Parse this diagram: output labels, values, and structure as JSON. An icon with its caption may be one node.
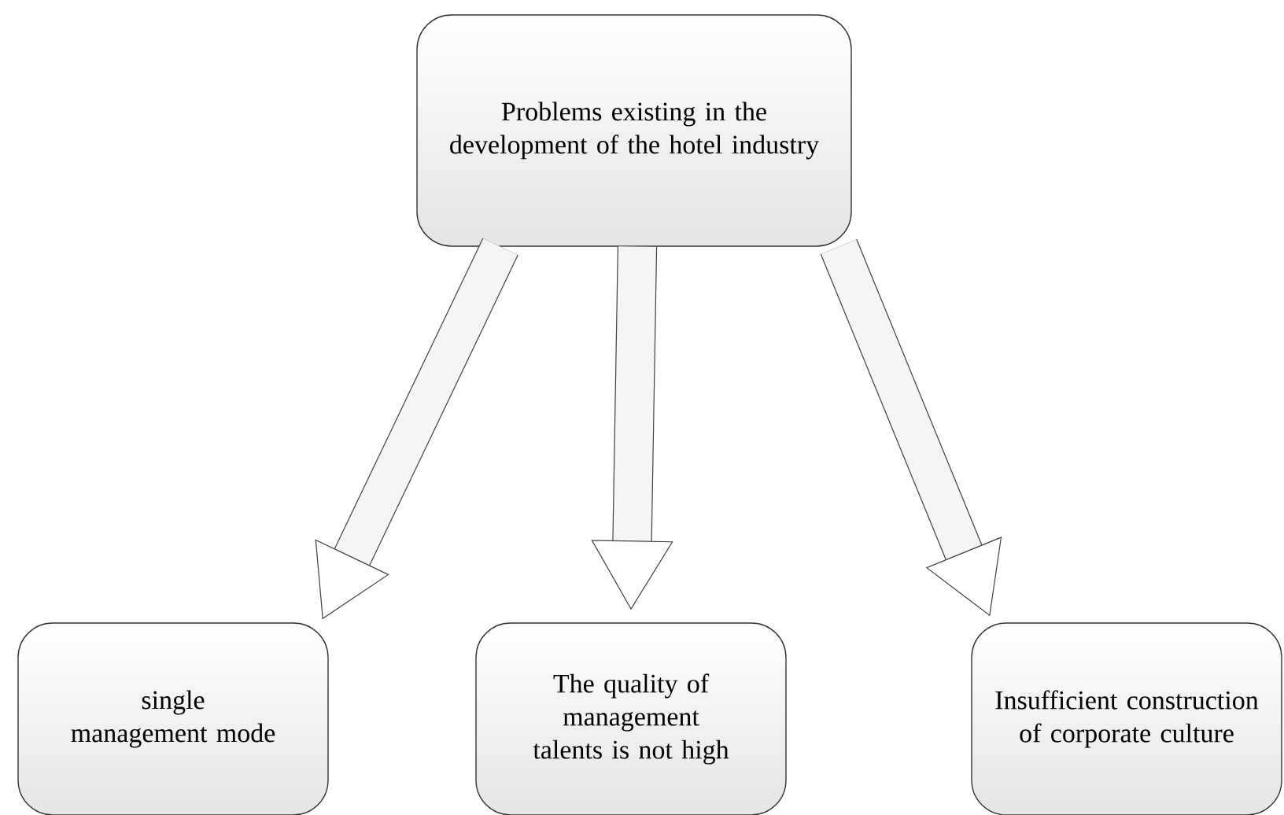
{
  "diagram": {
    "nodes": [
      {
        "text": [
          "Problems existing in the development of the hotel industry"
        ]
      },
      {
        "text": [
          "single management mode"
        ]
      },
      {
        "text": [
          "The quality of management talents is not high"
        ]
      },
      {
        "text": [
          "Insufficient construction of corporate culture"
        ]
      }
    ],
    "edges": [
      {
        "from": 0,
        "to": 1,
        "arrow": "to"
      },
      {
        "from": 0,
        "to": 2,
        "arrow": "to"
      },
      {
        "from": 0,
        "to": 3,
        "arrow": "to"
      }
    ]
  }
}
